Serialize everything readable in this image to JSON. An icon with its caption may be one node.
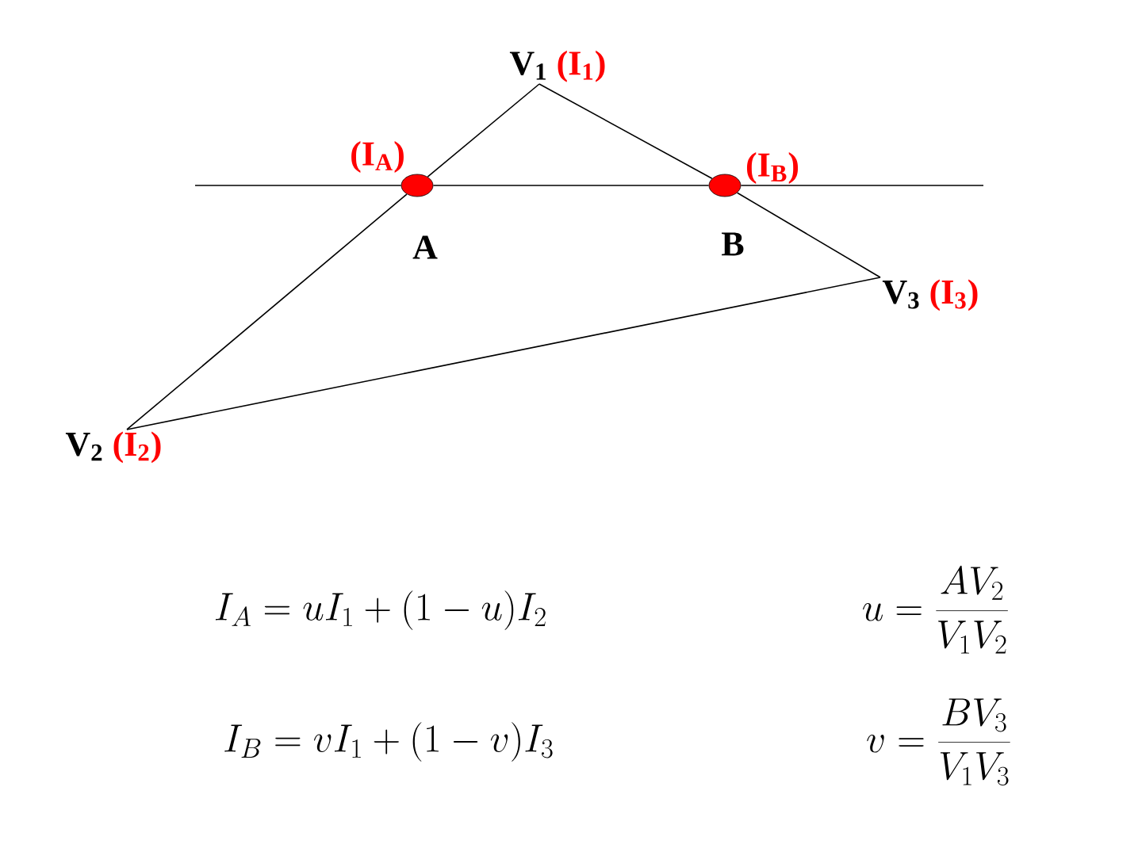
{
  "diagram": {
    "nodes": [
      {
        "text": [
          "V$_{1}$",
          "(I$_{1}$)"
        ]
      },
      {
        "text": [],
        "shape": "circle",
        "beside": [
          "(I$_{A}$)",
          "A"
        ]
      },
      {
        "text": [],
        "shape": "circle",
        "beside": [
          "(I$_{B}$)",
          "B"
        ]
      },
      {
        "text": [
          "V$_{3}$",
          "(I$_{3}$)"
        ]
      },
      {
        "text": [
          "V$_{2}$",
          "(I$_{2}$)"
        ]
      }
    ],
    "edges": [
      {
        "from": 0,
        "to": 1,
        "arrow": "none"
      },
      {
        "from": 1,
        "to": 4,
        "arrow": "none"
      },
      {
        "from": 0,
        "to": 2,
        "arrow": "none"
      },
      {
        "from": 2,
        "to": 3,
        "arrow": "none"
      },
      {
        "from": 3,
        "to": 4,
        "arrow": "none"
      },
      {
        "from": null,
        "to": 1,
        "arrow": "none"
      },
      {
        "from": 1,
        "to": 2,
        "arrow": "none"
      },
      {
        "from": 2,
        "to": null,
        "arrow": "none"
      }
    ],
    "labels": [
      "I_A = uI_1 + (1-u)I_2",
      "u = \\frac{AV_2}{V_1V_2}",
      "I_B = vI_1 + (1-v)I_3",
      "v = \\frac{BV_3}{V_1V_3}"
    ]
  }
}
